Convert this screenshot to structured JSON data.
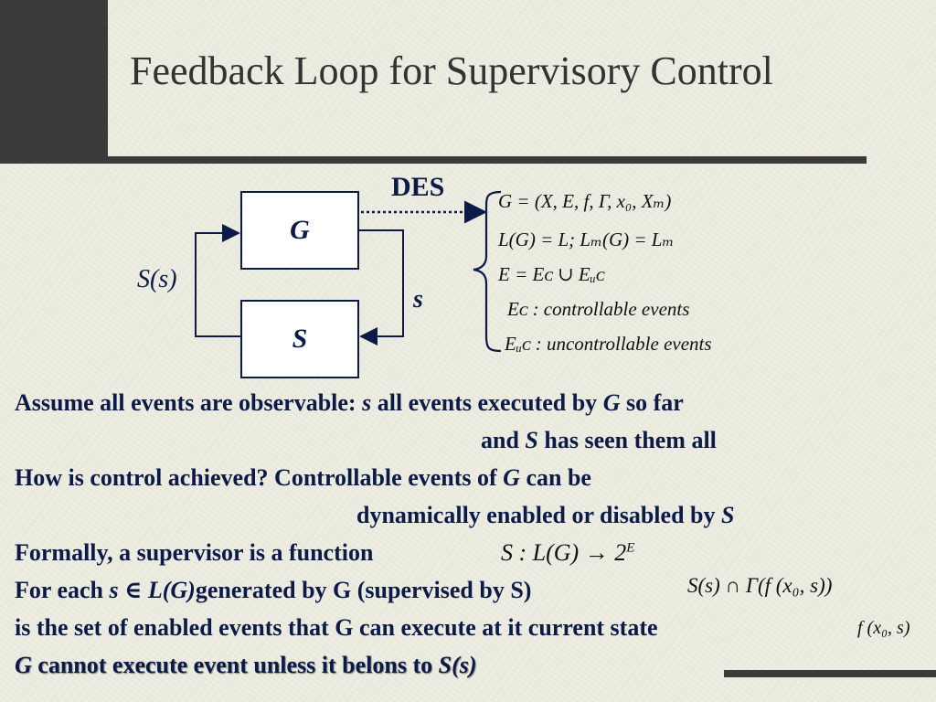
{
  "slide": {
    "title": "Feedback Loop for Supervisory Control"
  },
  "diagram": {
    "des_label": "DES",
    "plant_label": "G",
    "supervisor_label": "S",
    "control_label": "S(s)",
    "event_label": "s"
  },
  "definitions": [
    "G = (X, E, f, Γ, x₀, Xₘ)",
    "L(G) = L; Lₘ(G) = Lₘ",
    "E = Eᴄ ∪ Eᵤᴄ",
    "Eᴄ : controllable events",
    "Eᵤᴄ : uncontrollable events"
  ],
  "body": {
    "line1_a": "Assume all events are observable: ",
    "line1_s": "s",
    "line1_b": " all events executed by ",
    "line1_G": "G",
    "line1_c": " so far",
    "line2_a": "and ",
    "line2_S": "S",
    "line2_b": " has seen them all",
    "line3_a": "How is control achieved? Controllable events of ",
    "line3_G": "G",
    "line3_b": " can be",
    "line4_a": "dynamically enabled or disabled by ",
    "line4_S": "S",
    "line5": "Formally, a supervisor is a function",
    "line5_math": "S : L(G) → 2",
    "line5_sup": "E",
    "line6_a": "For each ",
    "line6_math": "s ∈ L(G)",
    "line6_b": "generated by G (supervised by S)",
    "line6_math2": "S(s) ∩ Γ(f (x₀, s))",
    "line7": "is the set of enabled events that G can execute at it current state",
    "line7_math": "f (x₀, s)",
    "line8_G": "G",
    "line8_a": " cannot execute event unless it belons to ",
    "line8_ss": "S(s)"
  }
}
